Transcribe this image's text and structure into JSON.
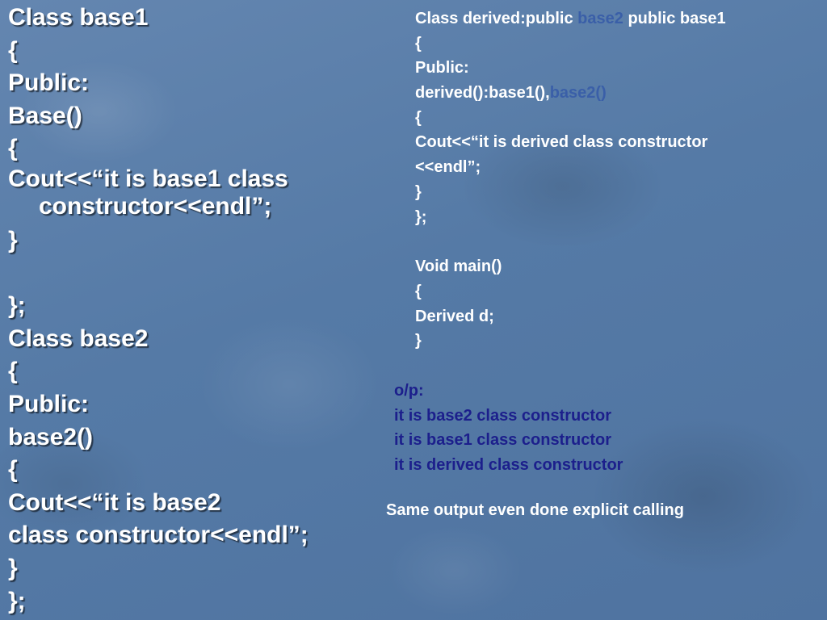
{
  "left_code": {
    "lines": [
      "Class base1",
      "{",
      "Public:",
      "Base()",
      "{",
      "Cout<<“it is base1 class constructor<<endl”;",
      "}",
      "",
      "};",
      "Class base2",
      "{",
      "Public:",
      "base2()",
      "{",
      "Cout<<“it is base2",
      " class constructor<<endl”;",
      "}",
      "};"
    ]
  },
  "right_code": {
    "line1_prefix": "Class derived:public ",
    "line1_highlight": "base2",
    "line1_suffix": " public base1",
    "line2": "{",
    "line3": "Public:",
    "line4_prefix": "derived():base1(),",
    "line4_highlight": "base2()",
    "line5": "{",
    "line6": "Cout<<“it is derived class constructor",
    "line7": "<<endl”;",
    "line8": "}",
    "line9": "};",
    "line10": "Void main()",
    "line11": "{",
    "line12": "Derived d;",
    "line13": "}"
  },
  "output": {
    "heading": "o/p:",
    "lines": [
      "it is base2 class constructor",
      "it is base1 class constructor",
      "it is derived class constructor"
    ]
  },
  "note": "Same output even done explicit calling",
  "colors": {
    "background": "#5a7da8",
    "code_text": "#ffffff",
    "highlight_text": "#3a5fa8",
    "output_text": "#1c1f8c"
  }
}
